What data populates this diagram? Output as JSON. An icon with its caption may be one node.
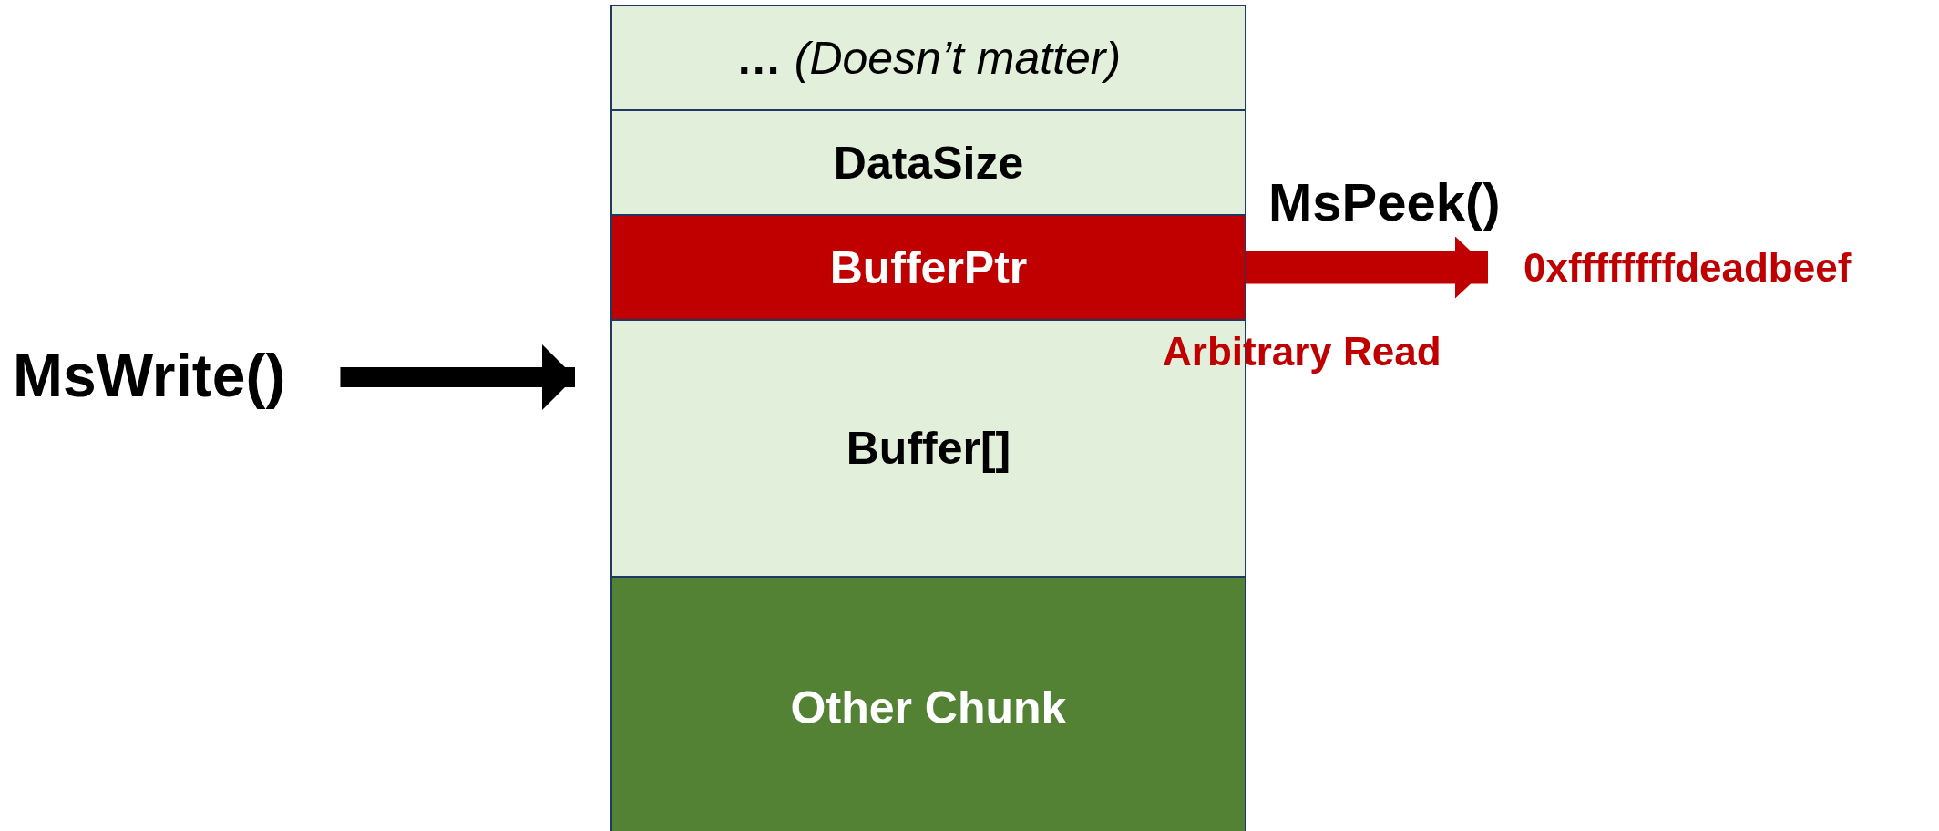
{
  "diagram": {
    "nodes": [
      {
        "text": [
          "**…** *(Doesn’t matter)*"
        ]
      },
      {
        "text": [
          "DataSize"
        ]
      },
      {
        "text": [
          "BufferPtr"
        ]
      },
      {
        "text": [
          "Buffer[]"
        ]
      },
      {
        "text": [
          "Other Chunk"
        ]
      },
      {
        "text": [
          "MsWrite()"
        ]
      },
      {
        "text": [
          "0xffffffffdeadbeef"
        ]
      }
    ],
    "edges": [
      {
        "from": 5,
        "to": 3,
        "arrow": "to"
      },
      {
        "from": 2,
        "to": 6,
        "arrow": "to",
        "color": "#c00000",
        "label": "MsPeek()"
      }
    ],
    "labels": [
      "Arbitrary Read"
    ]
  }
}
